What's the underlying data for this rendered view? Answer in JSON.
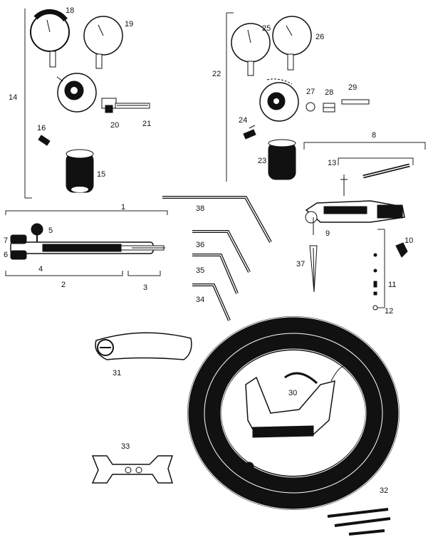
{
  "diagram": {
    "callouts": [
      {
        "id": "p1",
        "text": "1"
      },
      {
        "id": "p2",
        "text": "2"
      },
      {
        "id": "p3",
        "text": "3"
      },
      {
        "id": "p4",
        "text": "4"
      },
      {
        "id": "p5",
        "text": "5"
      },
      {
        "id": "p6",
        "text": "6"
      },
      {
        "id": "p7",
        "text": "7"
      },
      {
        "id": "p8",
        "text": "8"
      },
      {
        "id": "p9",
        "text": "9"
      },
      {
        "id": "p10",
        "text": "10"
      },
      {
        "id": "p11",
        "text": "11"
      },
      {
        "id": "p12",
        "text": "12"
      },
      {
        "id": "p13",
        "text": "13"
      },
      {
        "id": "p14",
        "text": "14"
      },
      {
        "id": "p15",
        "text": "15"
      },
      {
        "id": "p16",
        "text": "16"
      },
      {
        "id": "p18",
        "text": "18"
      },
      {
        "id": "p19",
        "text": "19"
      },
      {
        "id": "p20",
        "text": "20"
      },
      {
        "id": "p21",
        "text": "21"
      },
      {
        "id": "p22",
        "text": "22"
      },
      {
        "id": "p23",
        "text": "23"
      },
      {
        "id": "p24",
        "text": "24"
      },
      {
        "id": "p25",
        "text": "25"
      },
      {
        "id": "p26",
        "text": "26"
      },
      {
        "id": "p27",
        "text": "27"
      },
      {
        "id": "p28",
        "text": "28"
      },
      {
        "id": "p29",
        "text": "29"
      },
      {
        "id": "p30",
        "text": "30"
      },
      {
        "id": "p31",
        "text": "31"
      },
      {
        "id": "p32",
        "text": "32"
      },
      {
        "id": "p33",
        "text": "33"
      },
      {
        "id": "p34",
        "text": "34"
      },
      {
        "id": "p35",
        "text": "35"
      },
      {
        "id": "p36",
        "text": "36"
      },
      {
        "id": "p37",
        "text": "37"
      },
      {
        "id": "p38",
        "text": "38"
      }
    ]
  }
}
